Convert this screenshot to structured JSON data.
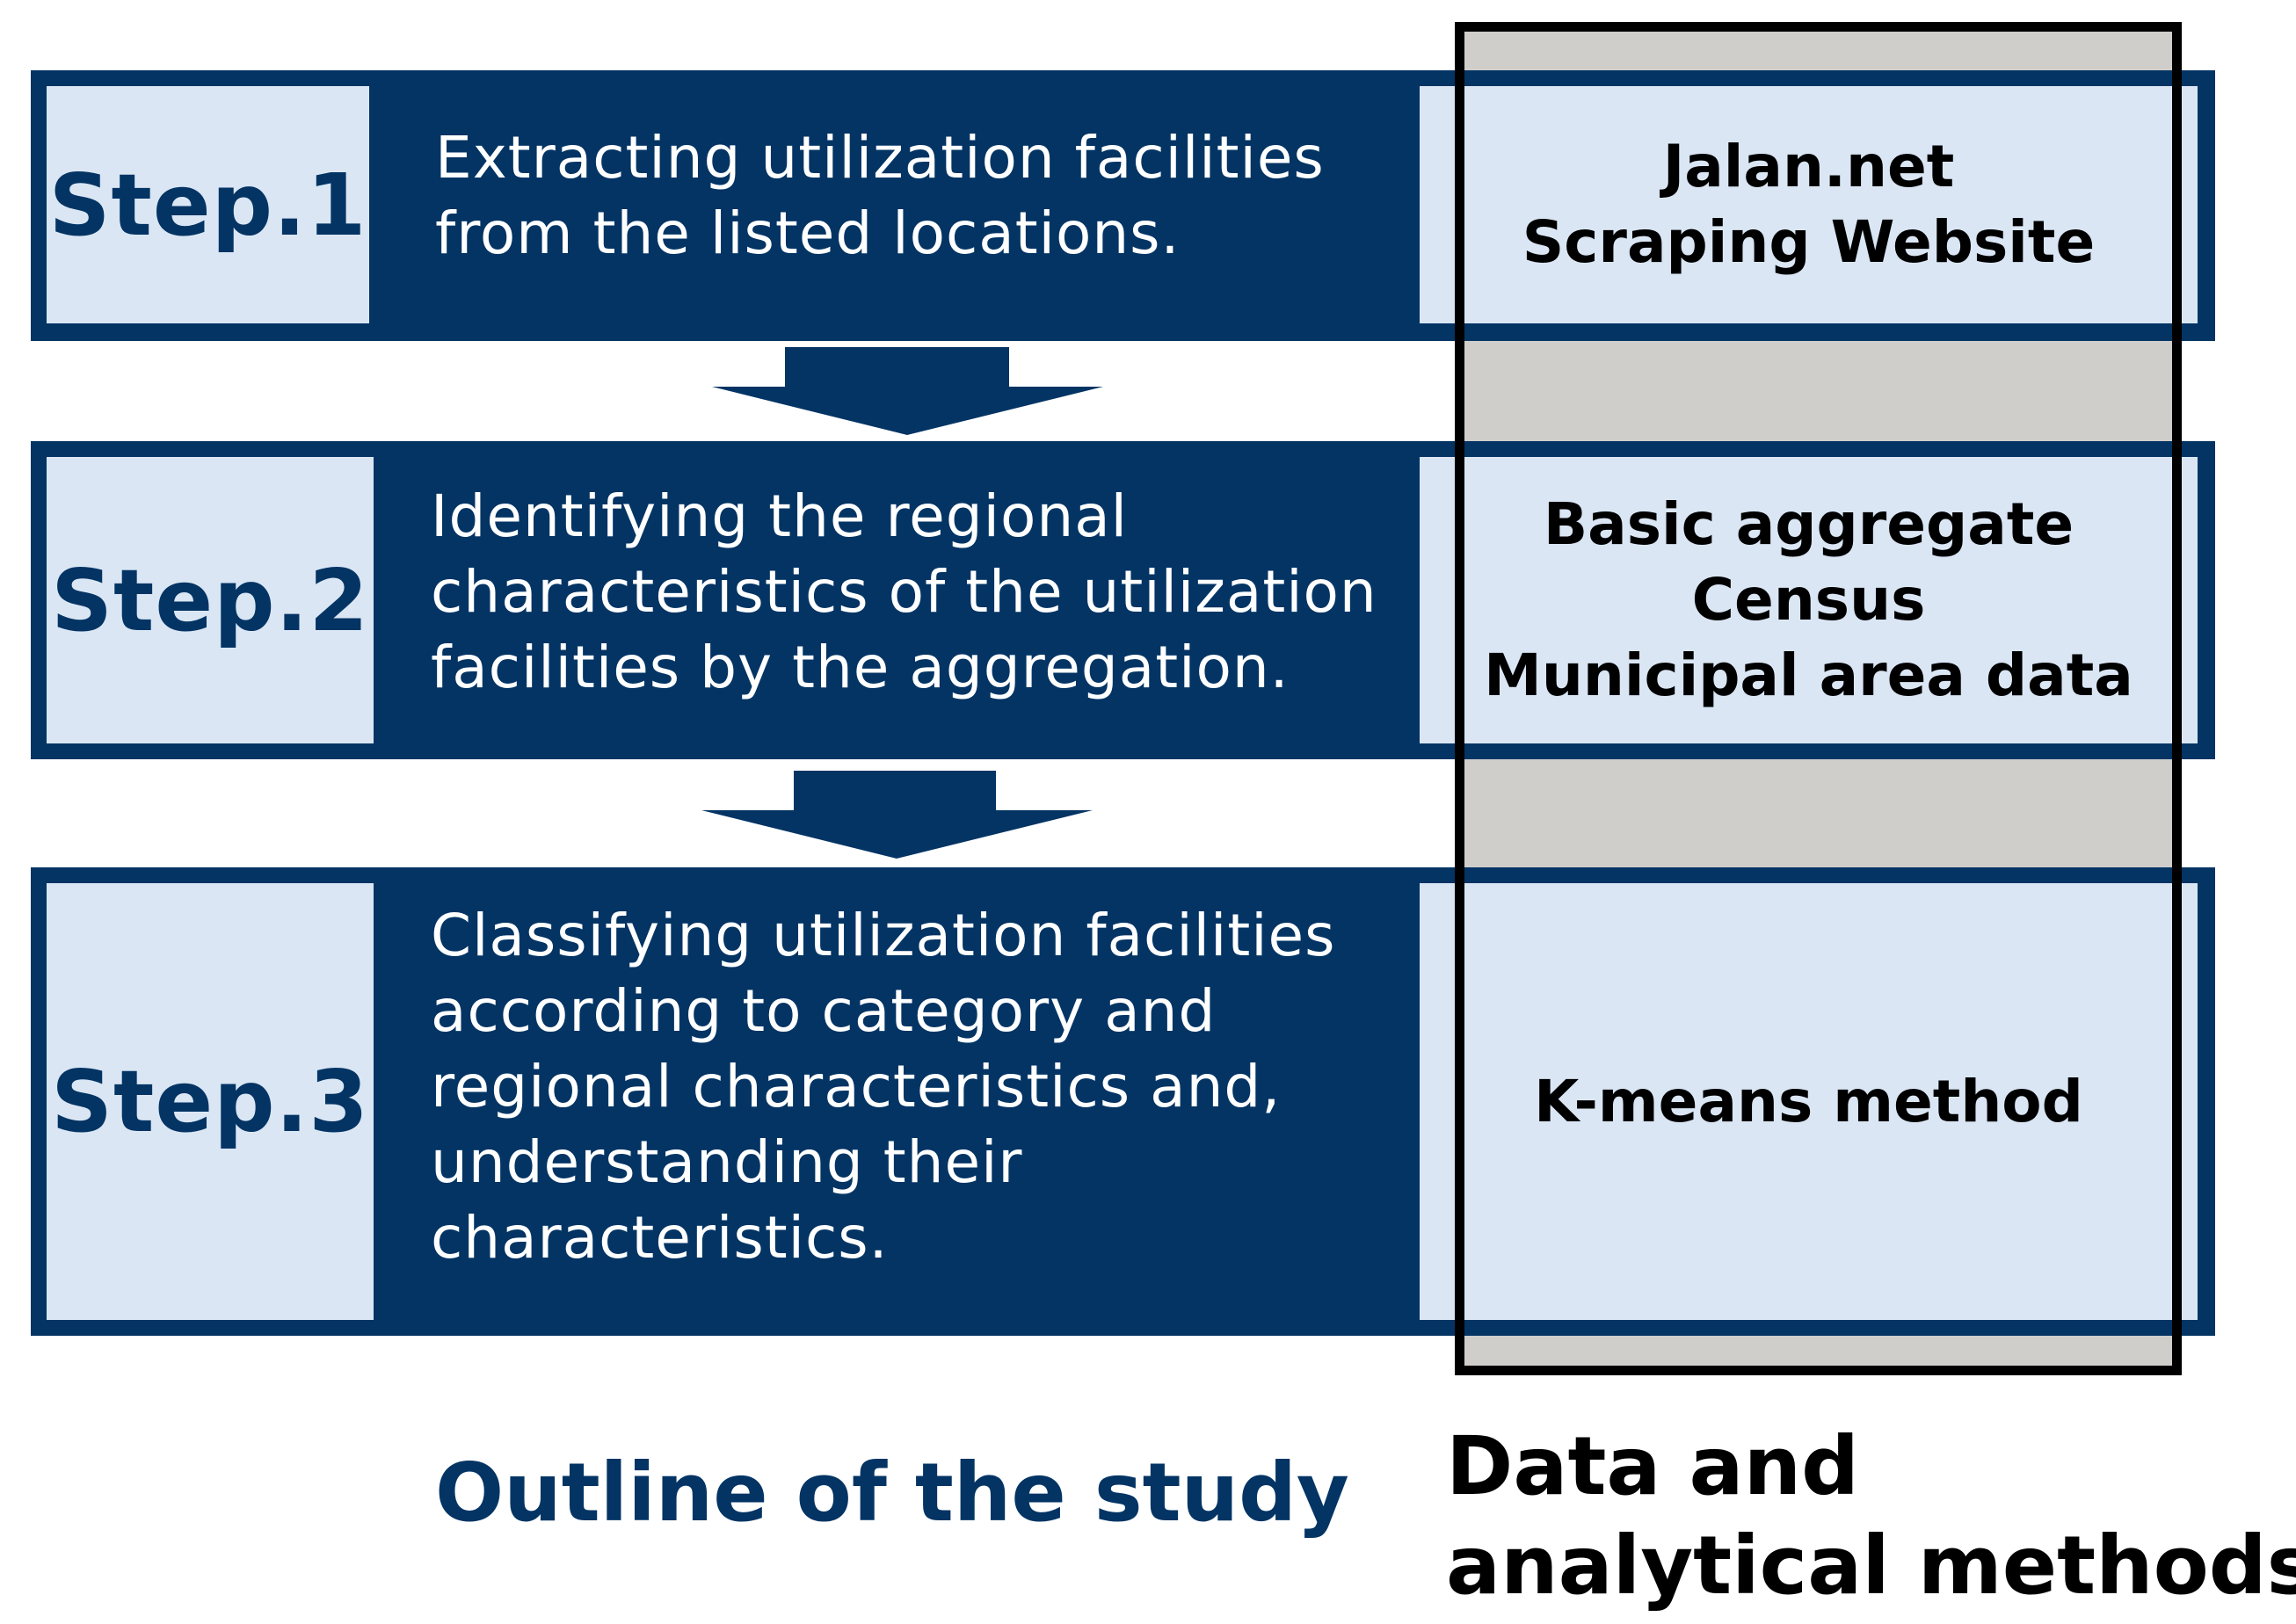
{
  "steps": [
    {
      "label": "Step.1",
      "description_lines": [
        "Extracting utilization facilities",
        "from the listed locations."
      ],
      "data_lines": [
        "Jalan.net",
        "Scraping Website"
      ]
    },
    {
      "label": "Step.2",
      "description_lines": [
        "Identifying the regional",
        "characteristics of the utilization",
        "facilities by the aggregation."
      ],
      "data_lines": [
        "Basic aggregate",
        "Census",
        "Municipal area data"
      ]
    },
    {
      "label": "Step.3",
      "description_lines": [
        "Classifying utilization facilities",
        "according to category and",
        "regional characteristics and,",
        "understanding their",
        "characteristics."
      ],
      "data_lines": [
        "K-means method"
      ]
    }
  ],
  "captions": {
    "outline": "Outline of the study",
    "data_methods_lines": [
      "Data and",
      "analytical methods"
    ]
  },
  "colors": {
    "navy": "#033464",
    "light_blue": "#dae6f4",
    "gray_column": "#d0cecb",
    "frame": "#000000"
  }
}
